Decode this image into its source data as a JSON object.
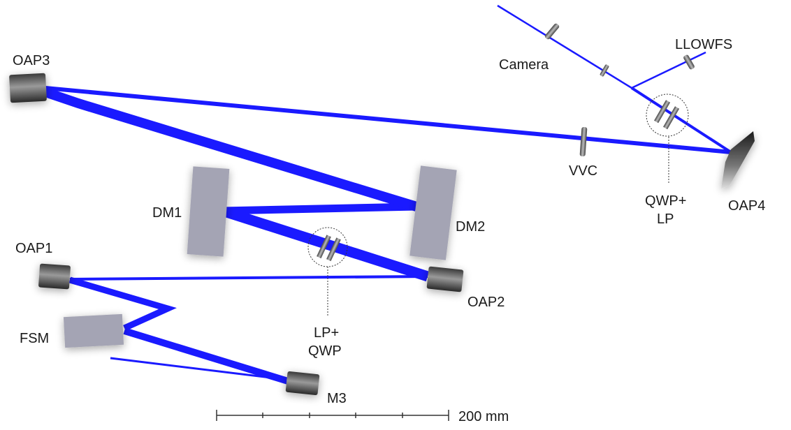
{
  "beam_color": "#1a1aff",
  "dm_color": "#a4a4b4",
  "labels": {
    "oap1": "OAP1",
    "oap2": "OAP2",
    "oap3": "OAP3",
    "oap4": "OAP4",
    "m3": "M3",
    "fsm": "FSM",
    "dm1": "DM1",
    "dm2": "DM2",
    "vvc": "VVC",
    "camera": "Camera",
    "llowfs": "LLOWFS",
    "qwp_lp_line1": "QWP+",
    "qwp_lp_line2": "LP",
    "lp_qwp_line1": "LP+",
    "lp_qwp_line2": "QWP"
  },
  "scale_bar": {
    "label": "200 mm"
  }
}
